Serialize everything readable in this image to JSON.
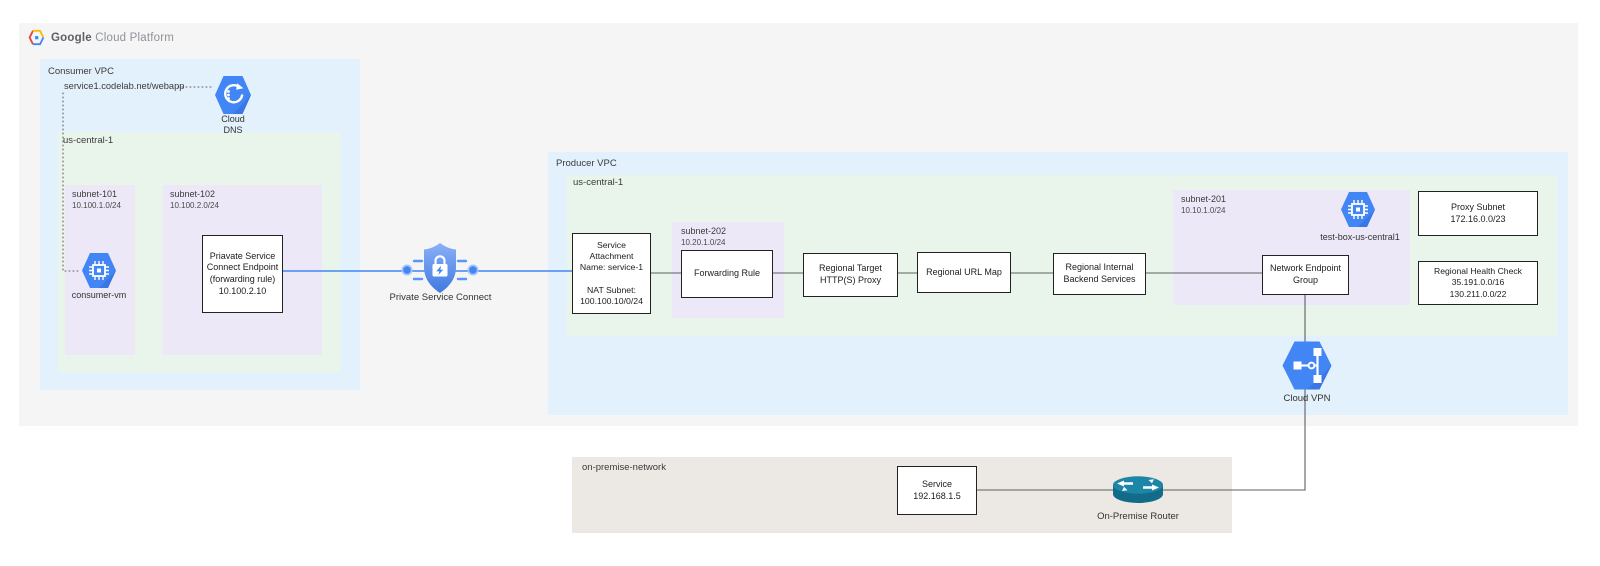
{
  "colors": {
    "accent_blue": "#4285f4",
    "container_gray": "#f5f5f6",
    "vpc_blue": "#e2f1fc",
    "region_green": "#e9f4ea",
    "subnet_purple": "#ece8f7",
    "onprem_tan": "#ece8e3",
    "router_teal": "#1d86a6",
    "connector_gray": "#5f5f5f"
  },
  "icons": {
    "logo": "google-cloud-platform-logo",
    "dns": "cloud-dns-icon",
    "consumer_vm": "compute-engine-icon",
    "psc": "private-service-connect-shield-icon",
    "test_box": "compute-engine-icon",
    "vpn": "cloud-vpn-icon",
    "router": "on-premise-router-icon"
  },
  "logo": {
    "brand": "Google",
    "product": "Cloud Platform"
  },
  "consumer_vpc": {
    "title": "Consumer VPC",
    "dns_record": "service1.codelab.net/webapp",
    "dns_icon_label": "Cloud\nDNS",
    "region": "us-central-1",
    "subnet_101": {
      "name": "subnet-101",
      "cidr": "10.100.1.0/24",
      "vm": "consumer-vm"
    },
    "subnet_102": {
      "name": "subnet-102",
      "cidr": "10.100.2.0/24",
      "endpoint": "Priavate Service\nConnect Endpoint\n(forwarding rule)\n10.100.2.10"
    }
  },
  "psc": {
    "label": "Private Service Connect"
  },
  "producer_vpc": {
    "title": "Producer VPC",
    "region": "us-central-1",
    "service_attachment": "Service\nAttachment\nName: service-1\n\nNAT Subnet:\n100.100.10/0/24",
    "subnet_202": {
      "name": "subnet-202",
      "cidr": "10.20.1.0/24",
      "forwarding_rule": "Forwarding Rule"
    },
    "target_proxy": "Regional Target\nHTTP(S) Proxy",
    "url_map": "Regional URL Map",
    "backend_services": "Regional Internal\nBackend Services",
    "subnet_201": {
      "name": "subnet-201",
      "cidr": "10.10.1.0/24",
      "vm": "test-box-us-central1",
      "neg": "Network Endpoint\nGroup"
    },
    "proxy_subnet": "Proxy Subnet\n172.16.0.0/23",
    "health_check": "Regional Health Check\n35.191.0.0/16\n130.211.0.0/22",
    "vpn": "Cloud VPN"
  },
  "on_premise": {
    "title": "on-premise-network",
    "service": "Service\n192.168.1.5",
    "router": "On-Premise Router"
  }
}
